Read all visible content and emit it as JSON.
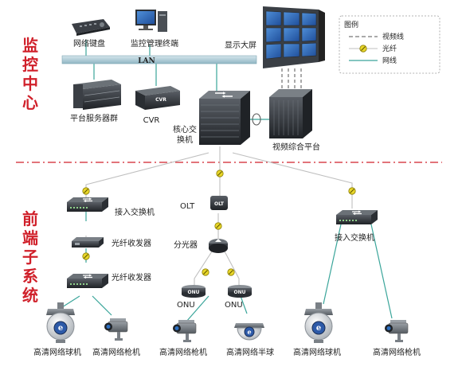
{
  "zones": {
    "monitor": [
      "监",
      "控",
      "中",
      "心"
    ],
    "front": [
      "前",
      "端",
      "子",
      "系",
      "统"
    ]
  },
  "bus": {
    "label": "LAN"
  },
  "devices": {
    "keyboard": "网络键盘",
    "terminal": "监控管理终端",
    "videowall": "显示大屏",
    "servers": "平台服务器群",
    "cvr": "CVR",
    "cvr_tag": "CVR",
    "core_switch": [
      "核心交",
      "换机"
    ],
    "platform": "视频综合平台",
    "access_switch_left": "接入交换机",
    "transceiver_1": "光纤收发器",
    "transceiver_2": "光纤收发器",
    "olt": "OLT",
    "olt_tag": "OLT",
    "splitter": "分光器",
    "onu_left": "ONU",
    "onu_right": "ONU",
    "onu_tag": "ONU",
    "access_switch_right": "接入交换机"
  },
  "cameras": {
    "dome_1": "高清网络球机",
    "bullet_1": "高清网络枪机",
    "bullet_2": "高清网络枪机",
    "half_dome": "高清网络半球",
    "dome_2": "高清网络球机",
    "bullet_3": "高清网络枪机"
  },
  "legend": {
    "title": "图例",
    "items": [
      {
        "label": "视频线",
        "style": "dashed",
        "color": "#555555"
      },
      {
        "label": "光纤",
        "style": "fiber",
        "color": "#d8c400"
      },
      {
        "label": "网线",
        "style": "solid",
        "color": "#3aa59a"
      }
    ]
  },
  "colors": {
    "zone_text": "#d0202a",
    "divider": "#d0202a",
    "lan_bar": "#9fc3cf",
    "net_line": "#3aa59a",
    "fiber_dot": "#d8c400"
  }
}
